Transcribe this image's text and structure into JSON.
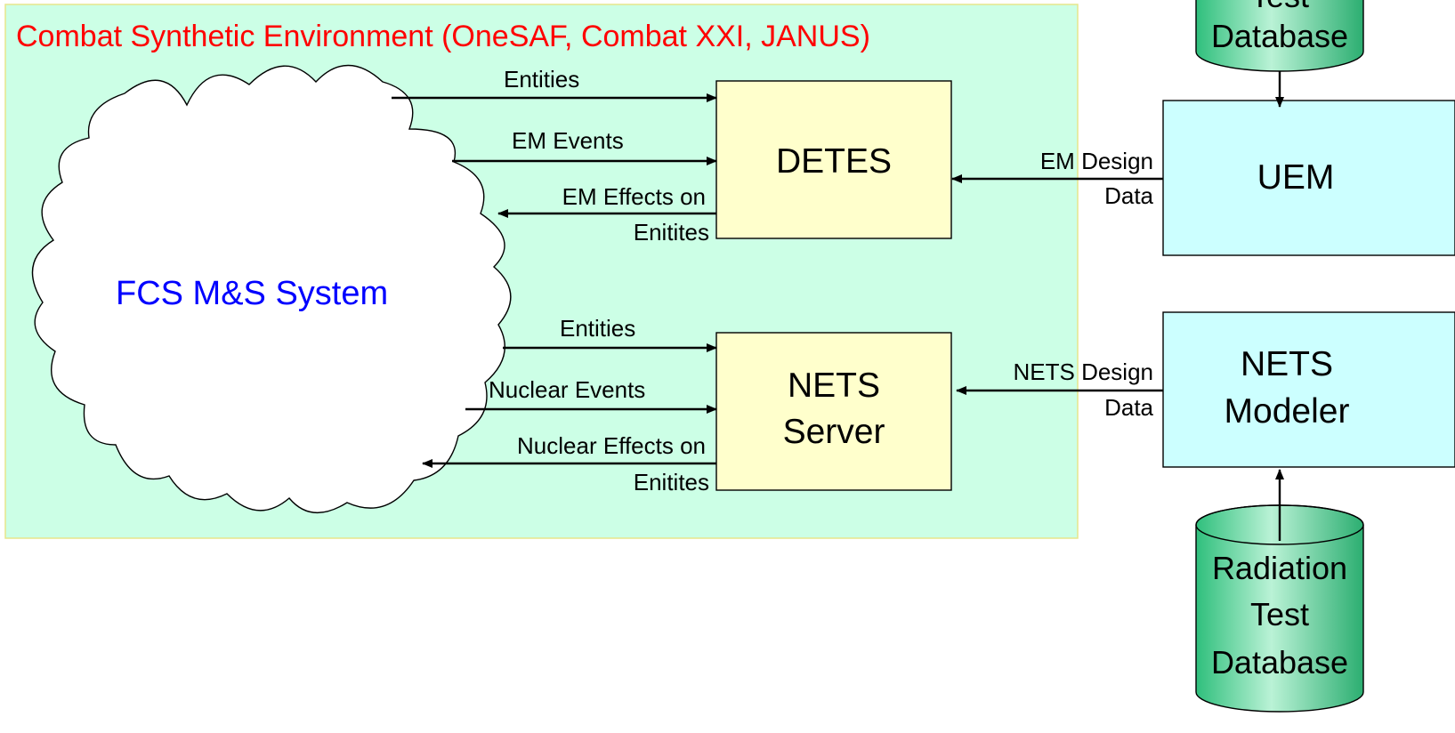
{
  "environment": {
    "title": "Combat Synthetic Environment (OneSAF, Combat XXI, JANUS)",
    "title_color": "#ff0000",
    "fill_color": "#ccffe6",
    "border_color": "#e6e68c"
  },
  "cloud": {
    "label": "FCS M&S System",
    "label_color": "#0000ff"
  },
  "detes": {
    "label": "DETES",
    "fill_color": "#ffffcc"
  },
  "nets_server": {
    "label_line1": "NETS",
    "label_line2": "Server",
    "fill_color": "#ffffcc"
  },
  "uem": {
    "label": "UEM",
    "fill_color": "#ccffff"
  },
  "nets_modeler": {
    "label_line1": "NETS",
    "label_line2": "Modeler",
    "fill_color": "#ccffff"
  },
  "top_database": {
    "label_line1": "Test",
    "label_line2": "Database",
    "fill_color": "#66cc99"
  },
  "radiation_database": {
    "label_line1": "Radiation",
    "label_line2": "Test",
    "label_line3": "Database",
    "fill_color": "#66cc99"
  },
  "flows": {
    "entities_to_detes": "Entities",
    "em_events": "EM Events",
    "em_effects_line1": "EM Effects on",
    "em_effects_line2": "Enitites",
    "entities_to_nets": "Entities",
    "nuclear_events": "Nuclear Events",
    "nuclear_effects_line1": "Nuclear Effects on",
    "nuclear_effects_line2": "Enitites",
    "em_design_line1": "EM Design",
    "em_design_line2": "Data",
    "nets_design_line1": "NETS Design",
    "nets_design_line2": "Data"
  }
}
